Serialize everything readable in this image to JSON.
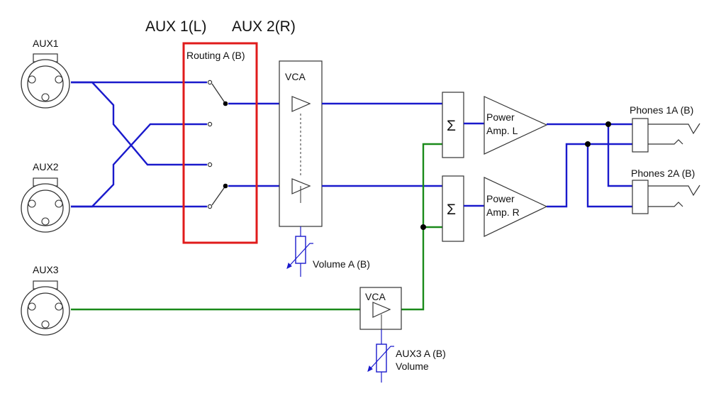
{
  "title_left": "AUX 1(L)",
  "title_right": "AUX 2(R)",
  "inputs": {
    "aux1": "AUX1",
    "aux2": "AUX2",
    "aux3": "AUX3"
  },
  "routing_label": "Routing A (B)",
  "vca_main": "VCA",
  "vca_aux3": "VCA",
  "volume_main": "Volume A (B)",
  "volume_aux3_line1": "AUX3 A (B)",
  "volume_aux3_line2": "Volume",
  "mixer_symbol": "Σ",
  "amp_l_line1": "Power",
  "amp_l_line2": "Amp. L",
  "amp_r_line1": "Power",
  "amp_r_line2": "Amp. R",
  "phones1": "Phones 1A (B)",
  "phones2": "Phones 2A (B)",
  "colors": {
    "signal_blue": "#1a1acc",
    "aux_green": "#1a8a1a",
    "routing_box": "#e01b1b",
    "outline": "#333333"
  }
}
